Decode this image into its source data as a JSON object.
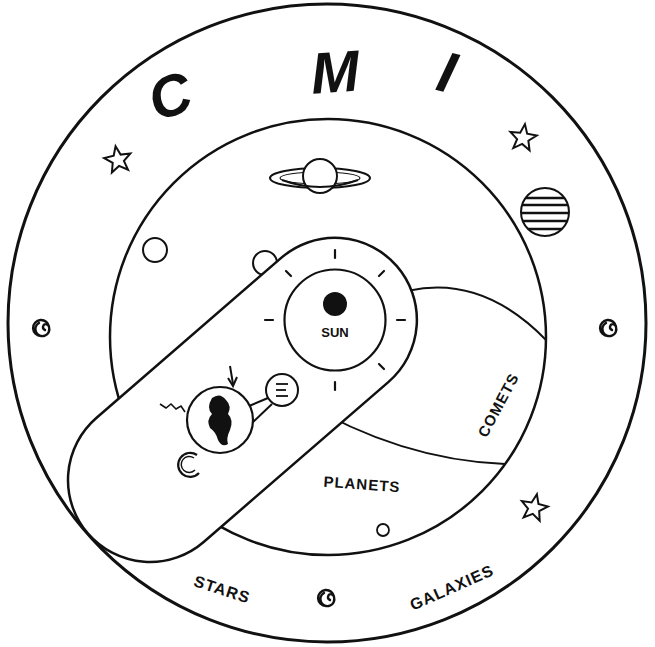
{
  "diagram": {
    "nodes": [
      {
        "text": [
          "SUN"
        ]
      }
    ],
    "labels": [
      "C",
      "M",
      "I",
      "COMETS",
      "PLANETS",
      "STARS",
      "GALAXIES"
    ]
  }
}
